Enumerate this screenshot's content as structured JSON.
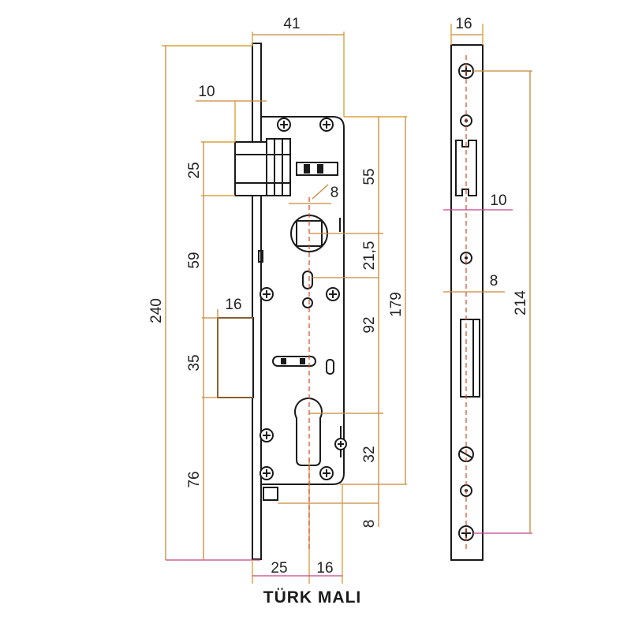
{
  "colors": {
    "outline": "#1a1a1a",
    "dimension_line": "#c8893a",
    "extension_line": "#d9a441",
    "accent_line": "#c0448f",
    "center_line": "#d24a2a",
    "background": "#ffffff"
  },
  "lock_body": {
    "dimensions": {
      "width_top": "41",
      "latch_depth": "10",
      "latch_height": "25",
      "latch_to_bolt": "59",
      "overall_height": "240",
      "deadbolt_depth": "16",
      "deadbolt_height": "35",
      "bottom_offset": "76",
      "latch_to_spindle": "55",
      "spindle_square": "8",
      "spindle_offset": "21,5",
      "spindle_to_cylinder": "92",
      "backset_total": "179",
      "cylinder_to_bottom": "32",
      "bottom_gap": "8",
      "backset": "25",
      "faceplate_to_center": "16"
    }
  },
  "strike_plate": {
    "dimensions": {
      "width": "16",
      "hole_spacing": "214",
      "latch_slot_depth": "10",
      "bolt_slot_depth": "8"
    }
  },
  "footer": {
    "text": "TÜRK MALI"
  },
  "icons": [
    "phillips-screw-icon",
    "slotted-screw-icon",
    "euro-cylinder-icon"
  ]
}
